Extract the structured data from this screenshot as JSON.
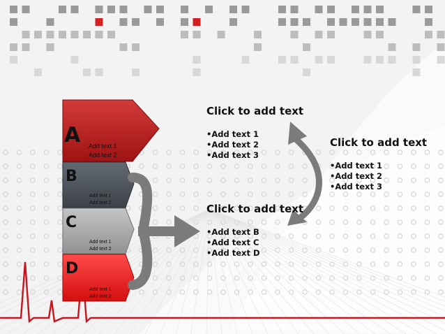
{
  "colors": {
    "red_dark": "#b81c1c",
    "red_bright": "#e81818",
    "slate": "#4a5057",
    "silver": "#a7a9ab",
    "arrow_gray": "#7b7b7b",
    "ecg_red": "#c8141e"
  },
  "tabs": [
    {
      "letter": "A",
      "lines": [
        "Add text 1",
        "Add text 2"
      ]
    },
    {
      "letter": "B",
      "lines": [
        "Add text 1",
        "Add text 2"
      ]
    },
    {
      "letter": "C",
      "lines": [
        "Add text 1",
        "Add text 2"
      ]
    },
    {
      "letter": "D",
      "lines": [
        "Add text 1",
        "Add text 2"
      ]
    }
  ],
  "blocks": {
    "top": {
      "title": "Click to add text",
      "bullets": [
        "Add text 1",
        "Add text 2",
        "Add text 3"
      ]
    },
    "right": {
      "title": "Click to add text",
      "bullets": [
        "Add text 1",
        "Add text 2",
        "Add text 3"
      ]
    },
    "bottom": {
      "title": "Click to add text",
      "bullets": [
        "Add text B",
        "Add text C",
        "Add text D"
      ]
    }
  }
}
